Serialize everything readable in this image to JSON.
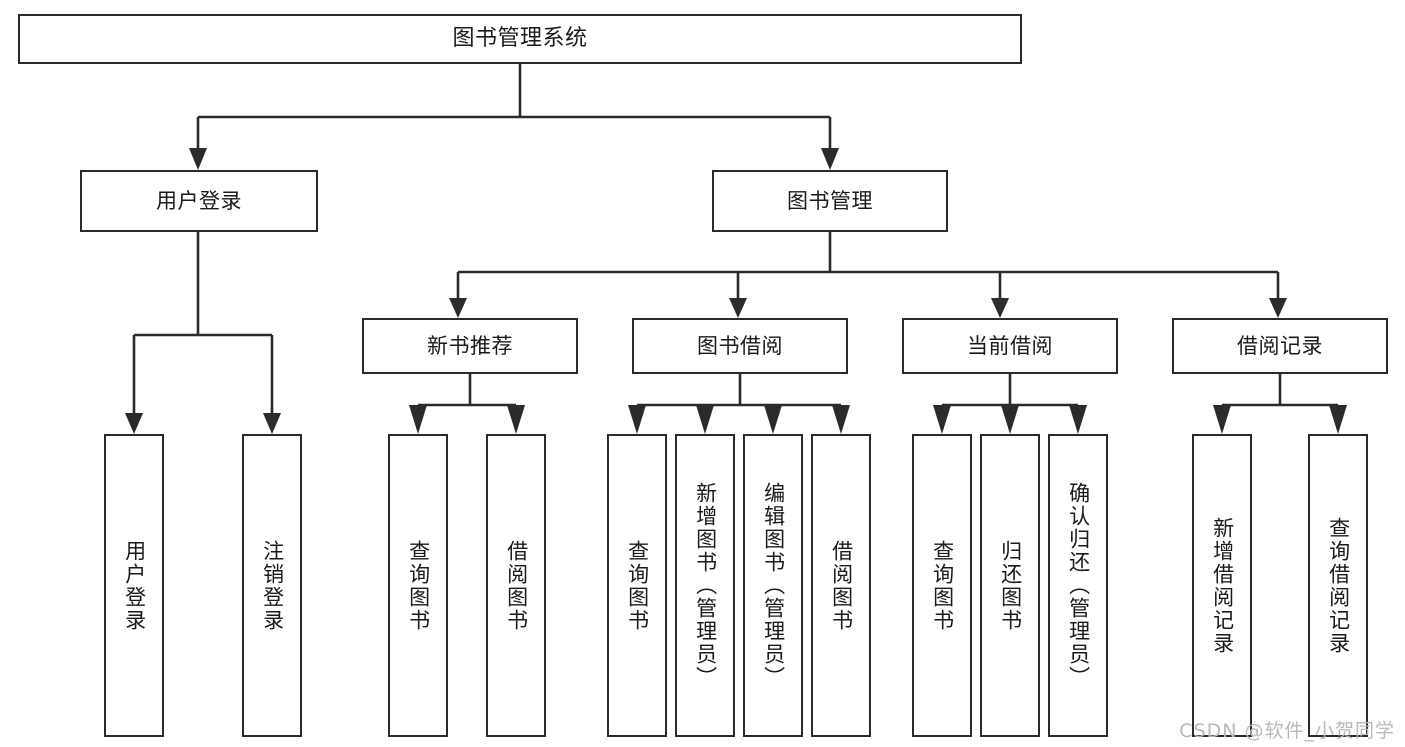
{
  "diagram": {
    "title": "图书管理系统",
    "root": {
      "label": "图书管理系统"
    },
    "level2": [
      {
        "label": "用户登录"
      },
      {
        "label": "图书管理"
      }
    ],
    "level3": [
      {
        "label": "新书推荐"
      },
      {
        "label": "图书借阅"
      },
      {
        "label": "当前借阅"
      },
      {
        "label": "借阅记录"
      }
    ],
    "leaves": {
      "user_login": [
        {
          "label": "用户登录"
        },
        {
          "label": "注销登录"
        }
      ],
      "new_book_recommend": [
        {
          "label": "查询图书"
        },
        {
          "label": "借阅图书"
        }
      ],
      "book_borrow": [
        {
          "label": "查询图书"
        },
        {
          "label": "新增图书（管理员）"
        },
        {
          "label": "编辑图书（管理员）"
        },
        {
          "label": "借阅图书"
        }
      ],
      "current_borrow": [
        {
          "label": "查询图书"
        },
        {
          "label": "归还图书"
        },
        {
          "label": "确认归还（管理员）"
        }
      ],
      "borrow_record": [
        {
          "label": "新增借阅记录"
        },
        {
          "label": "查询借阅记录"
        }
      ]
    }
  },
  "watermark": {
    "text": "CSDN @软件_小贺同学"
  },
  "colors": {
    "stroke": "#2b2b2b",
    "background": "#ffffff",
    "text": "#1a1a1a",
    "watermark": "#b9b9b9"
  }
}
